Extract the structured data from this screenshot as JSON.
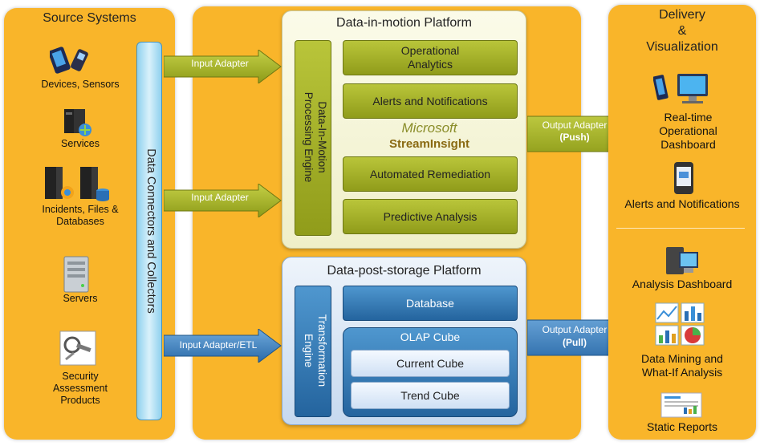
{
  "source": {
    "title": "Source Systems",
    "items": [
      "Devices, Sensors",
      "Services",
      "Incidents, Files &\nDatabases",
      "Servers",
      "Security\nAssessment\nProducts"
    ]
  },
  "connectors_label": "Data Connectors and Collectors",
  "arrows": {
    "input1": "Input Adapter",
    "input2": "Input Adapter",
    "input_etl": "Input Adapter/ETL",
    "out_push_1": "Output Adapter",
    "out_push_2": "(Push)",
    "out_pull_1": "Output Adapter",
    "out_pull_2": "(Pull)"
  },
  "motion": {
    "title": "Data-in-motion Platform",
    "engine": "Data-In-Motion\nProcessing Engine",
    "boxes": [
      "Operational\nAnalytics",
      "Alerts and Notifications",
      "Automated Remediation",
      "Predictive Analysis"
    ],
    "brand_1": "Microsoft",
    "brand_2": "StreamInsight"
  },
  "storage": {
    "title": "Data-post-storage Platform",
    "engine": "Transformation\nEngine",
    "database": "Database",
    "olap": "OLAP Cube",
    "cubes": [
      "Current Cube",
      "Trend Cube"
    ]
  },
  "delivery": {
    "title": "Delivery\n&\nVisualization",
    "items": [
      "Real-time\nOperational\nDashboard",
      "Alerts and Notifications",
      "Analysis Dashboard",
      "Data Mining and\nWhat-If Analysis",
      "Static Reports"
    ]
  },
  "colors": {
    "panel": "#f9b52a",
    "green_box": "#a3ae28",
    "blue_box": "#2f73b0",
    "green_arrow": "#9aa81c",
    "blue_arrow": "#3f7fbf"
  }
}
